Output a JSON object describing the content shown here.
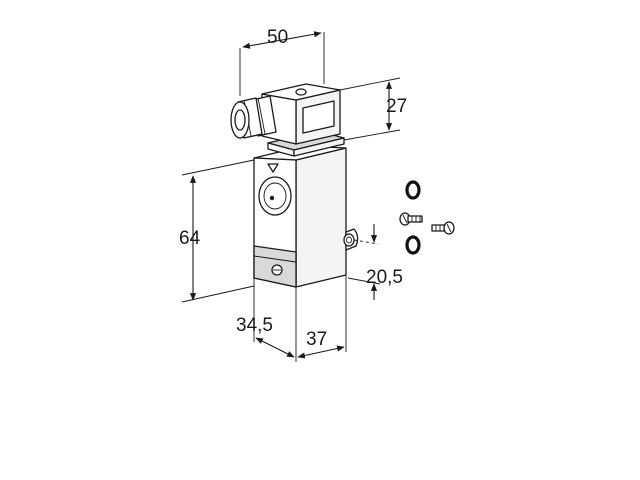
{
  "dimensions": {
    "width_top": "50",
    "height_connector": "27",
    "height_body": "64",
    "offset_port": "20,5",
    "depth": "34,5",
    "width_body": "37"
  }
}
